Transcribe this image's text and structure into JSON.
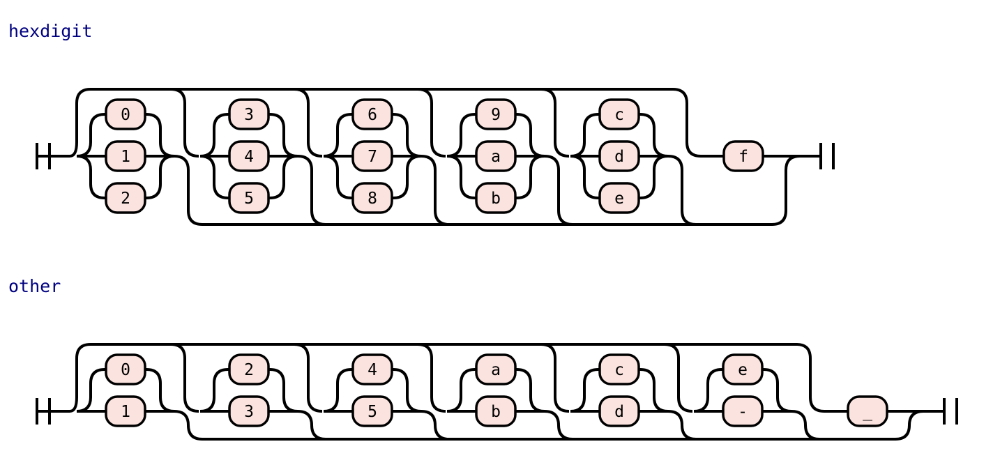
{
  "rules": [
    {
      "id": "hexdigit",
      "title": "hexdigit",
      "groups": [
        [
          "0",
          "1",
          "2"
        ],
        [
          "3",
          "4",
          "5"
        ],
        [
          "6",
          "7",
          "8"
        ],
        [
          "9",
          "a",
          "b"
        ],
        [
          "c",
          "d",
          "e"
        ]
      ],
      "final": "f"
    },
    {
      "id": "other",
      "title": "other",
      "groups": [
        [
          "0",
          "1"
        ],
        [
          "2",
          "3"
        ],
        [
          "4",
          "5"
        ],
        [
          "a",
          "b"
        ],
        [
          "c",
          "d"
        ],
        [
          "e",
          "-"
        ]
      ],
      "final": "_"
    }
  ]
}
